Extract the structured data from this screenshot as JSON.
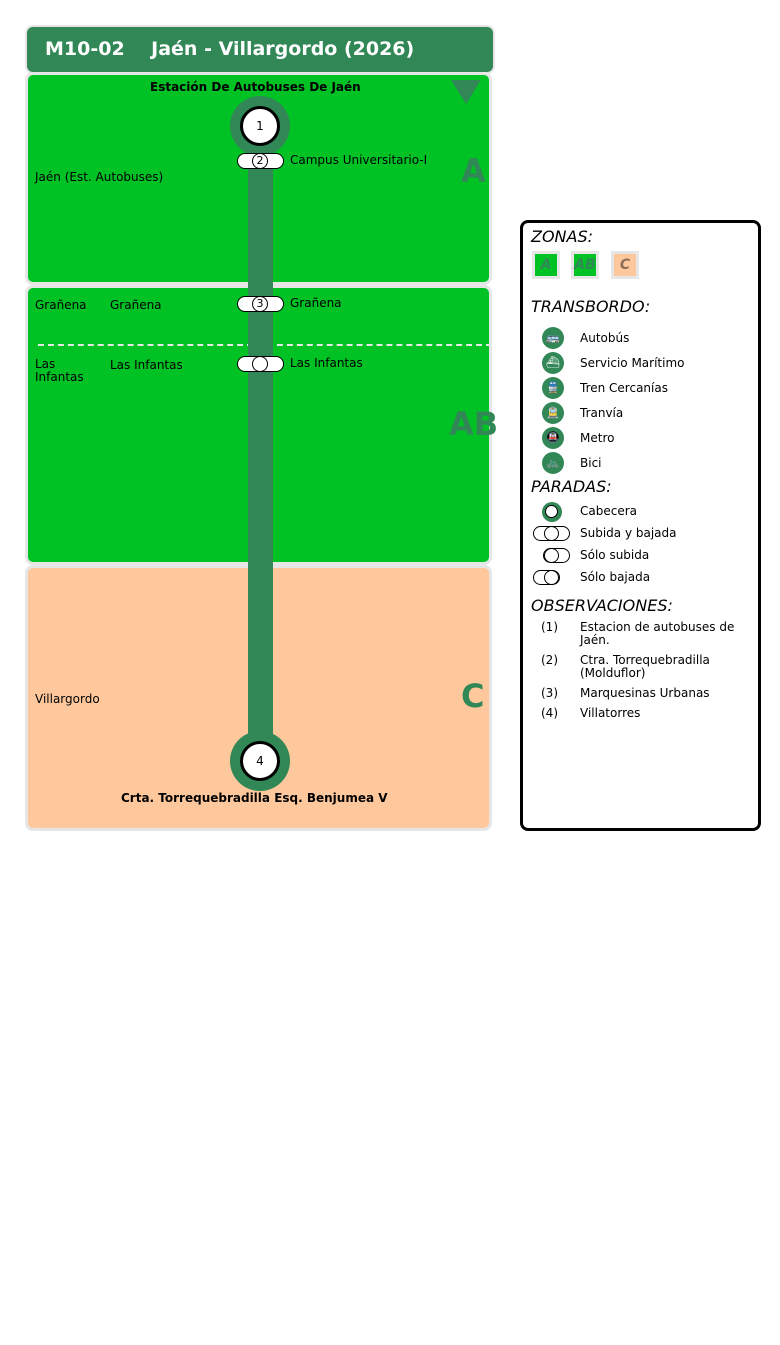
{
  "header": {
    "route_code": "M10-02",
    "route_name": "Jaén - Villargordo (2026)"
  },
  "zones": [
    {
      "letter": "A",
      "fill": "#00c224",
      "towns": [
        "Jaén (Est. Autobuses)"
      ]
    },
    {
      "letter": "AB",
      "fill": "#00c224",
      "towns": [
        "Grañena",
        "Grañena",
        "Las Infantas",
        "Las Infantas"
      ]
    },
    {
      "letter": "C",
      "fill": "#ffc89c",
      "towns": [
        "Villargordo"
      ]
    }
  ],
  "line_color": "#318856",
  "terminals": {
    "start": {
      "number": "1",
      "label": "Estación De Autobuses De Jaén"
    },
    "end": {
      "number": "4",
      "label": "Crta. Torrequebradilla Esq. Benjumea V"
    }
  },
  "stops": [
    {
      "number": "2",
      "label": "Campus Universitario-I"
    },
    {
      "number": "3",
      "label": "Grañena"
    },
    {
      "number": "",
      "label": "Las Infantas"
    }
  ],
  "legend": {
    "zonas_title": "ZONAS:",
    "zone_keys": [
      "A",
      "AB",
      "C"
    ],
    "transbordo_title": "TRANSBORDO:",
    "transbordo": [
      {
        "icon": "bus-icon",
        "glyph": "🚌",
        "label": "Autobús"
      },
      {
        "icon": "ship-icon",
        "glyph": "⛴",
        "label": "Servicio Marítimo"
      },
      {
        "icon": "train-icon",
        "glyph": "🚆",
        "label": "Tren Cercanías"
      },
      {
        "icon": "tram-icon",
        "glyph": "🚊",
        "label": "Tranvía"
      },
      {
        "icon": "metro-icon",
        "glyph": "🚇",
        "label": "Metro"
      },
      {
        "icon": "bike-icon",
        "glyph": "🚲",
        "label": "Bici"
      }
    ],
    "paradas_title": "PARADAS:",
    "paradas": [
      "Cabecera",
      "Subida y bajada",
      "Sólo subida",
      "Sólo bajada"
    ],
    "observaciones_title": "OBSERVACIONES:",
    "observaciones": [
      {
        "num": "(1)",
        "text": "Estacion de autobuses de Jaén."
      },
      {
        "num": "(2)",
        "text": "Ctra. Torrequebradilla (Molduflor)"
      },
      {
        "num": "(3)",
        "text": "Marquesinas Urbanas"
      },
      {
        "num": "(4)",
        "text": "Villatorres"
      }
    ]
  }
}
